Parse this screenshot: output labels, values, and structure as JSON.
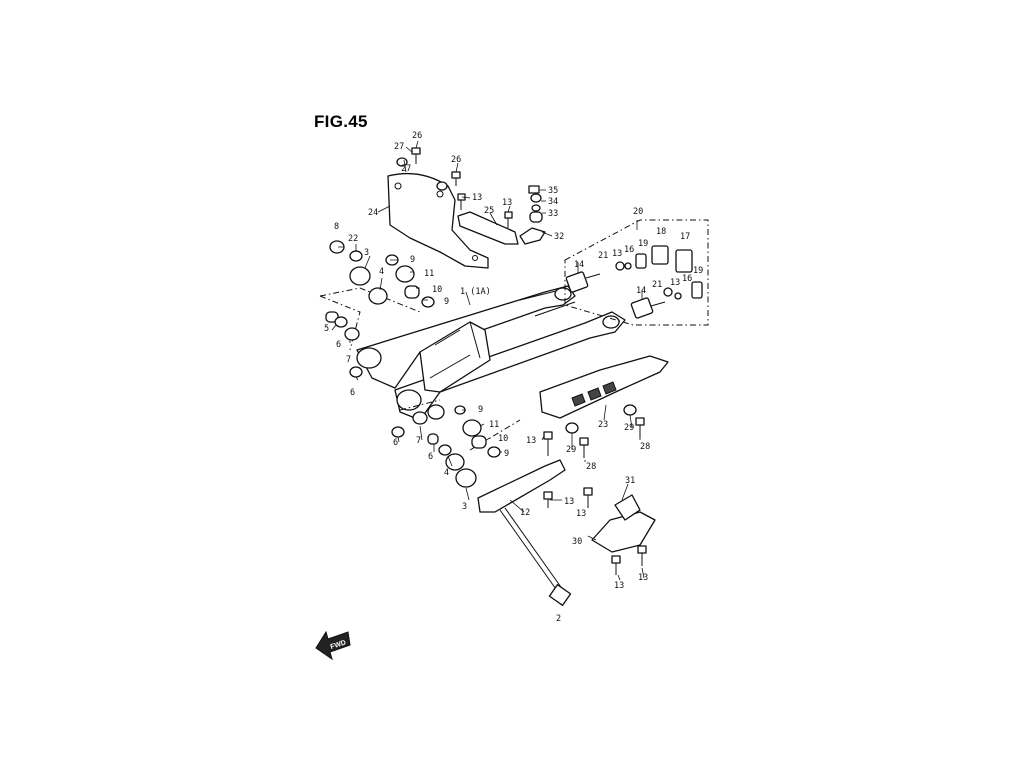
{
  "figure": {
    "title": "FIG.45"
  },
  "fwd_badge": {
    "text": "FWD"
  },
  "labels": {
    "p1": "1 (1A)",
    "p2": "2",
    "p3a": "3",
    "p3b": "3",
    "p4a": "4",
    "p4b": "4",
    "p5": "5",
    "p6a": "6",
    "p6b": "6",
    "p6c": "6",
    "p6d": "6",
    "p7a": "7",
    "p7b": "7",
    "p8": "8",
    "p9a": "9",
    "p9b": "9",
    "p9c": "9",
    "p9d": "9",
    "p10a": "10",
    "p10b": "10",
    "p11a": "11",
    "p11b": "11",
    "p12": "12",
    "p13a": "13",
    "p13b": "13",
    "p13c": "13",
    "p13d": "13",
    "p13e": "13",
    "p13f": "13",
    "p13g": "13",
    "p13h": "13",
    "p13i": "13",
    "p14a": "14",
    "p14b": "14",
    "p16a": "16",
    "p16b": "16",
    "p17": "17",
    "p18": "18",
    "p19a": "19",
    "p19b": "19",
    "p20": "20",
    "p21a": "21",
    "p21b": "21",
    "p22": "22",
    "p23": "23",
    "p24": "24",
    "p25": "25",
    "p26a": "26",
    "p26b": "26",
    "p27a": "27",
    "p27b": "27",
    "p28a": "28",
    "p28b": "28",
    "p29a": "29",
    "p29b": "29",
    "p30": "30",
    "p31": "31",
    "p32": "32",
    "p33": "33",
    "p34": "34",
    "p35": "35"
  }
}
